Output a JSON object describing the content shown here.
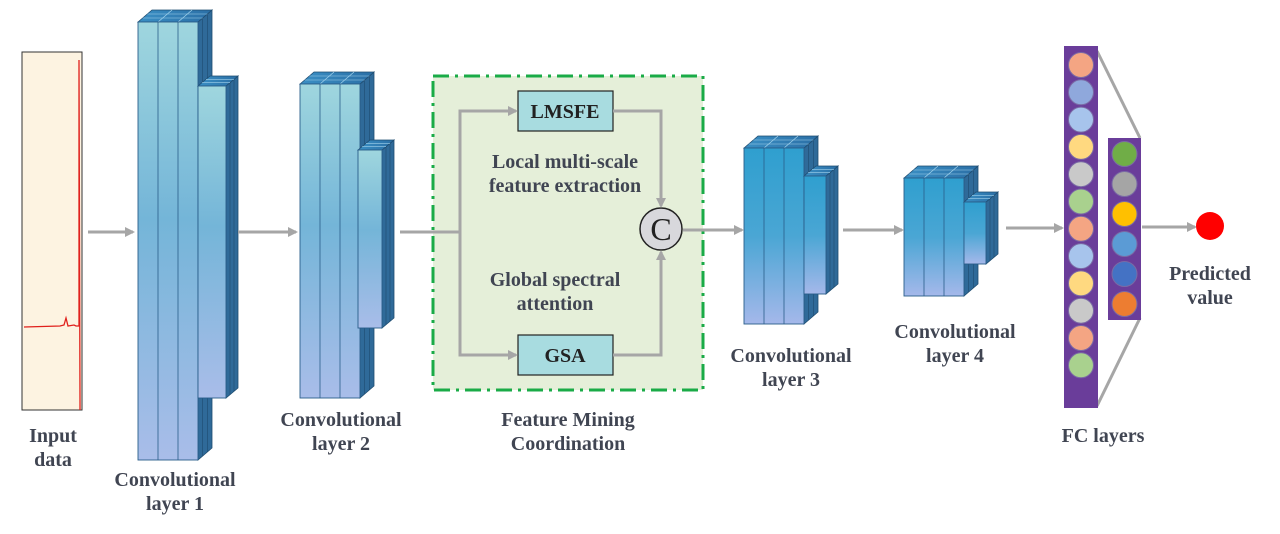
{
  "input_label": [
    "Input",
    "data"
  ],
  "conv1_label": [
    "Convolutional",
    "layer 1"
  ],
  "conv2_label": [
    "Convolutional",
    "layer 2"
  ],
  "conv3_label": [
    "Convolutional",
    "layer 3"
  ],
  "conv4_label": [
    "Convolutional",
    "layer 4"
  ],
  "fmc": {
    "title": [
      "Feature Mining",
      "Coordination"
    ],
    "lmsfe_box": "LMSFE",
    "gsa_box": "GSA",
    "lmsfe_desc": [
      "Local multi-scale",
      "feature extraction"
    ],
    "gsa_desc": [
      "Global spectral",
      "attention"
    ],
    "concat_symbol": "C"
  },
  "fc_label": "FC layers",
  "output_label": [
    "Predicted",
    "value"
  ],
  "colors": {
    "arrow": "#a6a6a6",
    "fmc_border": "#1aab47",
    "fmc_fill": "#e5efd9",
    "box_fill": "#a8dce0",
    "output_dot": "#ff0000",
    "fc_bar": "#6a3d9a",
    "fc_nodes_1": [
      "#f4a583",
      "#8fa8dc",
      "#a7c4ec",
      "#ffd980",
      "#c9c9c9",
      "#a9d18e",
      "#f4a583",
      "#a7c4ec",
      "#ffd980",
      "#c9c9c9",
      "#f4a583",
      "#a9d18e"
    ],
    "fc_nodes_2": [
      "#70ad47",
      "#a5a5a5",
      "#ffc000",
      "#5b9bd5",
      "#4472c4",
      "#ed7d31"
    ]
  }
}
